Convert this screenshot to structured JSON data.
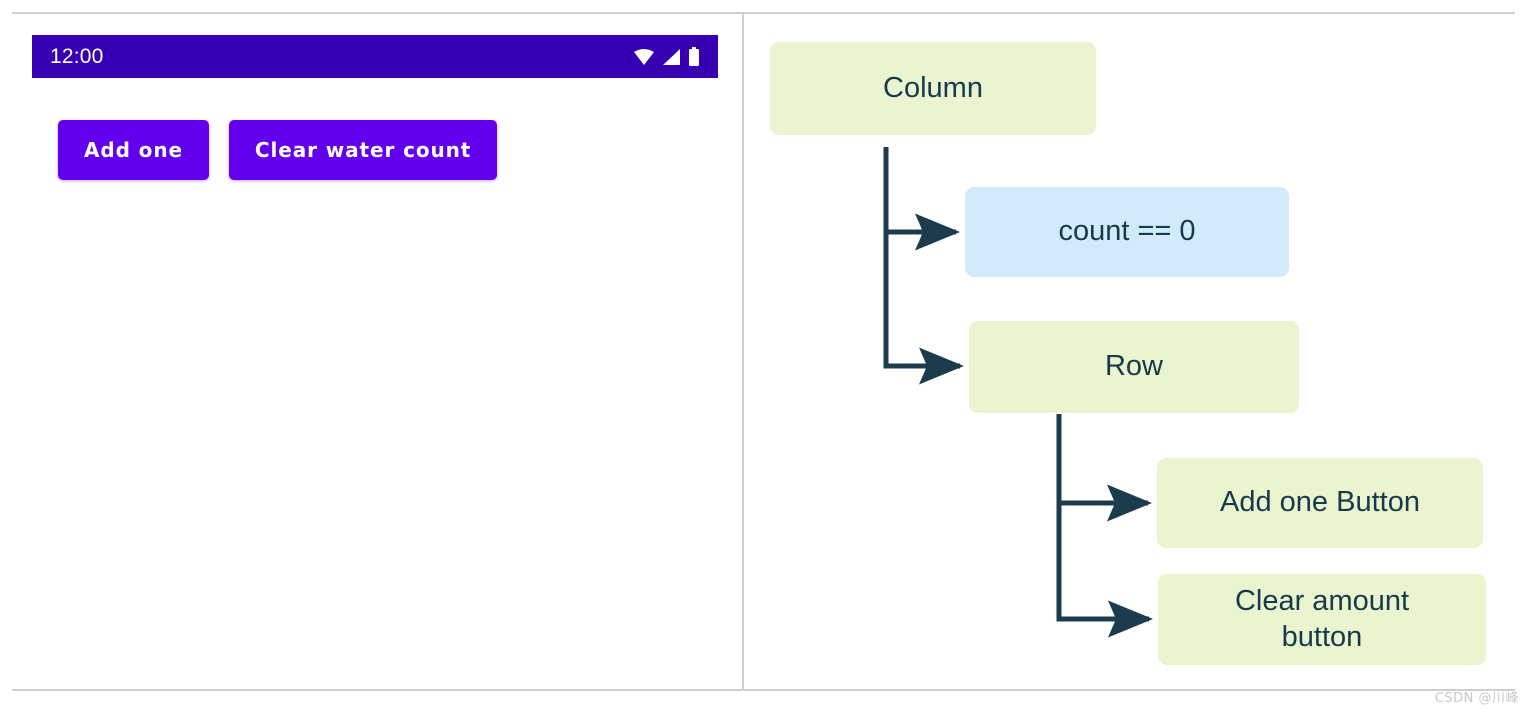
{
  "left_panel": {
    "status_bar": {
      "clock": "12:00",
      "icons": [
        "wifi-icon",
        "signal-icon",
        "battery-icon"
      ]
    },
    "buttons": [
      {
        "label": "Add one",
        "name": "add-one-button"
      },
      {
        "label": "Clear water count",
        "name": "clear-water-count-button"
      }
    ]
  },
  "right_panel": {
    "diagram": {
      "nodes": [
        {
          "id": "column",
          "label": "Column",
          "color": "#eaf4ce"
        },
        {
          "id": "count",
          "label": "count == 0",
          "color": "#d3eafb"
        },
        {
          "id": "row",
          "label": "Row",
          "color": "#eaf4ce"
        },
        {
          "id": "add-one-button",
          "label": "Add one Button",
          "color": "#eaf4ce"
        },
        {
          "id": "clear-amount",
          "label": "Clear amount\nbutton",
          "color": "#eaf4ce"
        }
      ],
      "edges": [
        {
          "from": "column",
          "to": "count"
        },
        {
          "from": "column",
          "to": "row"
        },
        {
          "from": "row",
          "to": "add-one-button"
        },
        {
          "from": "row",
          "to": "clear-amount"
        }
      ],
      "connector_color": "#1c3b4d"
    }
  },
  "colors": {
    "status_bar": "#3700B3",
    "button": "#6200EE",
    "node_green": "#eaf4ce",
    "node_blue": "#d3eafb",
    "node_text": "#16394b",
    "rule": "#cfcfcf"
  },
  "watermark": "CSDN @川峰"
}
